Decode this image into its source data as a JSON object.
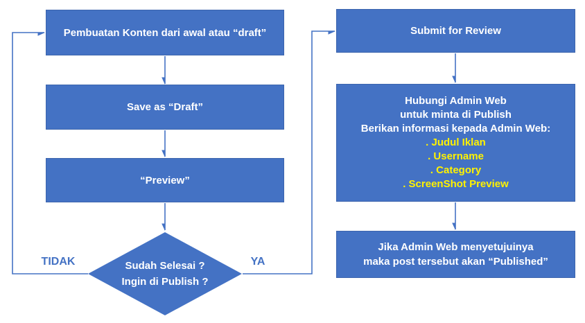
{
  "colors": {
    "box_fill": "#4472C4",
    "box_border": "#3C64AD",
    "text_white": "#FFFFFF",
    "highlight_yellow": "#FFF200",
    "connector_blue": "#4472C4",
    "edge_label_blue": "#4472C4"
  },
  "nodes": {
    "create_content": {
      "label": "Pembuatan Konten dari awal atau “draft”"
    },
    "save_draft": {
      "label": "Save as “Draft”"
    },
    "preview": {
      "label": "“Preview”"
    },
    "decision": {
      "line1": "Sudah Selesai ?",
      "line2": "Ingin di Publish ?"
    },
    "submit_review": {
      "label": "Submit for Review"
    },
    "contact_admin": {
      "lines_white": [
        "Hubungi Admin Web",
        "untuk minta di Publish",
        "Berikan informasi kepada Admin Web:"
      ],
      "lines_yellow": [
        ". Judul Iklan",
        ". Username",
        ". Category",
        ". ScreenShot Preview"
      ]
    },
    "published": {
      "line1": "Jika Admin Web menyetujuinya",
      "line2": "maka post tersebut akan “Published”"
    }
  },
  "edge_labels": {
    "no": "TIDAK",
    "yes": "YA"
  }
}
